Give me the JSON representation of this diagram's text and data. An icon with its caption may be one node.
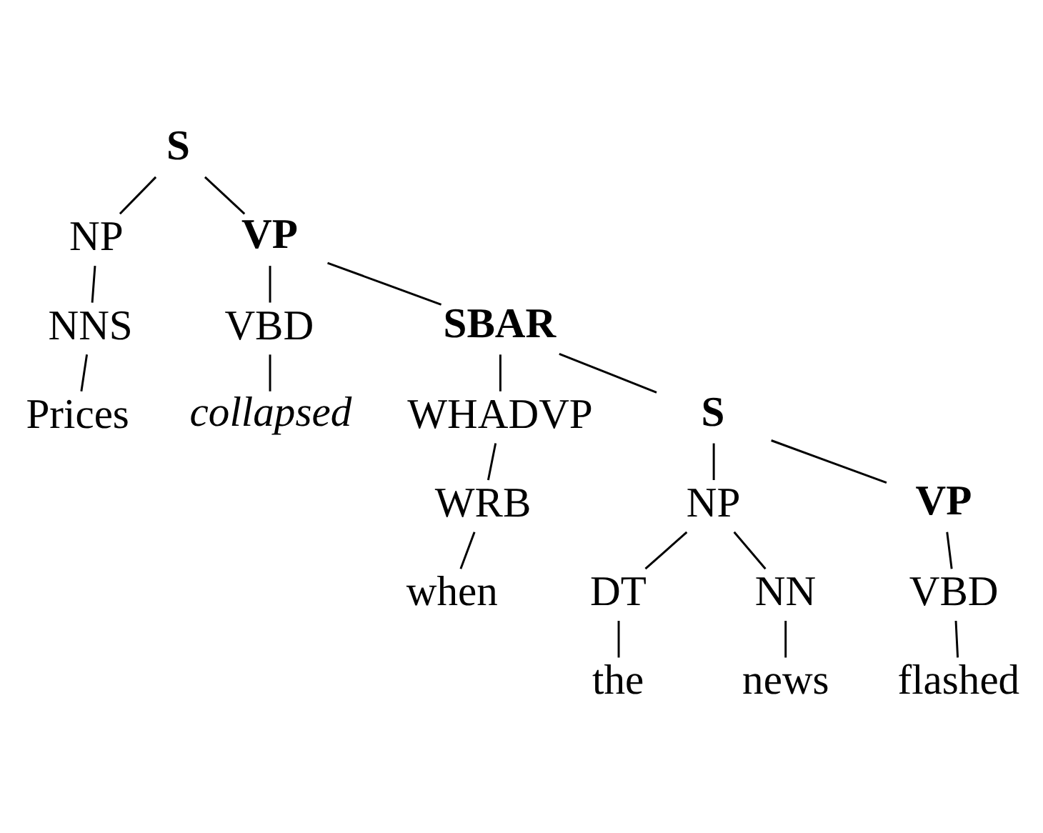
{
  "diagram": {
    "nodes": [
      {
        "text": [
          "S"
        ]
      },
      {
        "text": [
          "NP"
        ]
      },
      {
        "text": [
          "VP"
        ]
      },
      {
        "text": [
          "NNS"
        ]
      },
      {
        "text": [
          "VBD"
        ]
      },
      {
        "text": [
          "SBAR"
        ]
      },
      {
        "text": [
          "Prices"
        ]
      },
      {
        "text": [
          "collapsed"
        ]
      },
      {
        "text": [
          "WHADVP"
        ]
      },
      {
        "text": [
          "S"
        ]
      },
      {
        "text": [
          "WRB"
        ]
      },
      {
        "text": [
          "NP"
        ]
      },
      {
        "text": [
          "VP"
        ]
      },
      {
        "text": [
          "when"
        ]
      },
      {
        "text": [
          "DT"
        ]
      },
      {
        "text": [
          "NN"
        ]
      },
      {
        "text": [
          "VBD"
        ]
      },
      {
        "text": [
          "the"
        ]
      },
      {
        "text": [
          "news"
        ]
      },
      {
        "text": [
          "flashed"
        ]
      }
    ],
    "edges": [
      {
        "from": 0,
        "to": 1,
        "arrow": "none"
      },
      {
        "from": 0,
        "to": 2,
        "arrow": "none"
      },
      {
        "from": 1,
        "to": 3,
        "arrow": "none"
      },
      {
        "from": 3,
        "to": 6,
        "arrow": "none"
      },
      {
        "from": 2,
        "to": 4,
        "arrow": "none"
      },
      {
        "from": 2,
        "to": 5,
        "arrow": "none"
      },
      {
        "from": 4,
        "to": 7,
        "arrow": "none"
      },
      {
        "from": 5,
        "to": 8,
        "arrow": "none"
      },
      {
        "from": 5,
        "to": 9,
        "arrow": "none"
      },
      {
        "from": 8,
        "to": 10,
        "arrow": "none"
      },
      {
        "from": 10,
        "to": 13,
        "arrow": "none"
      },
      {
        "from": 9,
        "to": 11,
        "arrow": "none"
      },
      {
        "from": 9,
        "to": 12,
        "arrow": "none"
      },
      {
        "from": 11,
        "to": 14,
        "arrow": "none"
      },
      {
        "from": 11,
        "to": 15,
        "arrow": "none"
      },
      {
        "from": 12,
        "to": 16,
        "arrow": "none"
      },
      {
        "from": 14,
        "to": 17,
        "arrow": "none"
      },
      {
        "from": 15,
        "to": 18,
        "arrow": "none"
      },
      {
        "from": 16,
        "to": 19,
        "arrow": "none"
      }
    ]
  }
}
